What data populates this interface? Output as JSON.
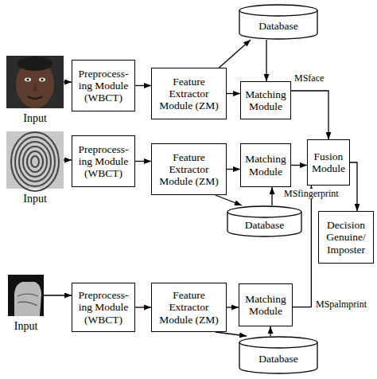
{
  "diagram": {
    "nodes": [
      {
        "text": [
          "Database"
        ]
      },
      {
        "text": [
          "Input"
        ]
      },
      {
        "text": [
          "Preprocess- ing Module (WBCT)"
        ]
      },
      {
        "text": [
          "Feature Extractor Module (ZM)"
        ]
      },
      {
        "text": [
          "Matching Module"
        ]
      },
      {
        "text": [
          "Input"
        ]
      },
      {
        "text": [
          "Preprocess- ing Module (WBCT)"
        ]
      },
      {
        "text": [
          "Feature Extractor Module (ZM)"
        ]
      },
      {
        "text": [
          "Matching Module"
        ]
      },
      {
        "text": [
          "Fusion Module"
        ]
      },
      {
        "text": [
          "Database"
        ]
      },
      {
        "text": [
          "Decision Genuine/ Imposter"
        ]
      },
      {
        "text": [
          "Input"
        ]
      },
      {
        "text": [
          "Preprocess- ing Module (WBCT)"
        ]
      },
      {
        "text": [
          "Feature Extractor Module (ZM)"
        ]
      },
      {
        "text": [
          "Matching Module"
        ]
      },
      {
        "text": [
          "Database"
        ]
      }
    ],
    "edges": [
      {
        "from": 1,
        "to": 2,
        "arrow": "to"
      },
      {
        "from": 2,
        "to": 3,
        "arrow": "to"
      },
      {
        "from": 3,
        "to": 0,
        "arrow": "to"
      },
      {
        "from": 0,
        "to": 4,
        "arrow": "to"
      },
      {
        "from": 3,
        "to": 4,
        "arrow": "to"
      },
      {
        "from": 4,
        "to": 9,
        "label": "MSface",
        "arrow": "to"
      },
      {
        "from": 5,
        "to": 6,
        "arrow": "to"
      },
      {
        "from": 6,
        "to": 7,
        "arrow": "to"
      },
      {
        "from": 7,
        "to": 10,
        "arrow": "to"
      },
      {
        "from": 10,
        "to": 8,
        "arrow": "to"
      },
      {
        "from": 7,
        "to": 8,
        "arrow": "to"
      },
      {
        "from": 8,
        "to": 9,
        "label": "MSfingerprint",
        "arrow": "to"
      },
      {
        "from": 9,
        "to": 11,
        "arrow": "to"
      },
      {
        "from": 12,
        "to": 13,
        "arrow": "to"
      },
      {
        "from": 13,
        "to": 14,
        "arrow": "to"
      },
      {
        "from": 14,
        "to": 16,
        "arrow": "to"
      },
      {
        "from": 16,
        "to": 15,
        "arrow": "to"
      },
      {
        "from": 14,
        "to": 15,
        "arrow": "to"
      },
      {
        "from": 15,
        "to": 9,
        "label": "MSpalmprint",
        "arrow": "to"
      }
    ]
  }
}
